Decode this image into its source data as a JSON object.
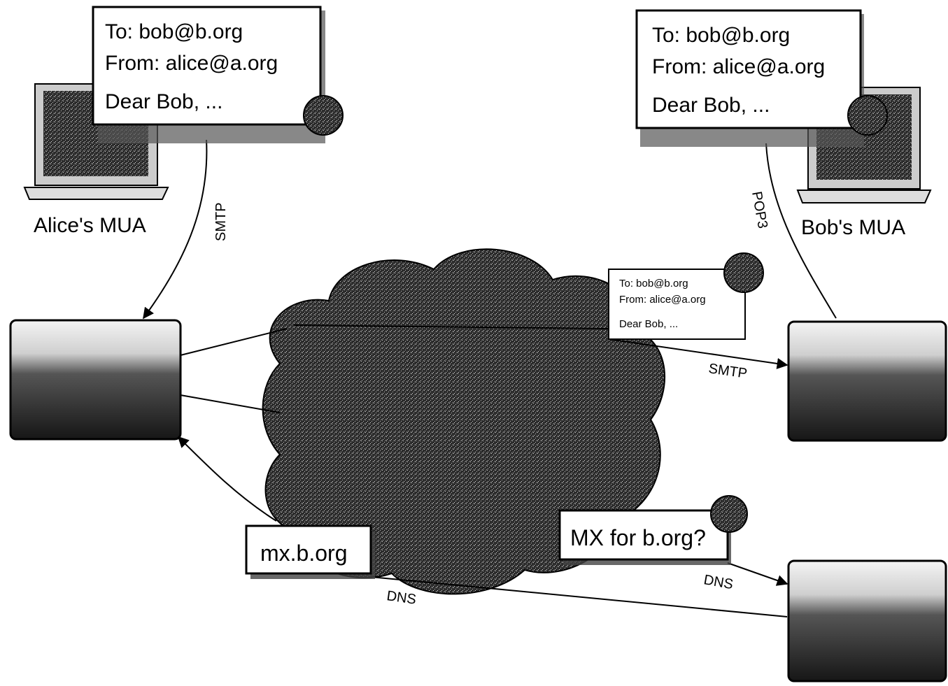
{
  "alice_letter": {
    "to": "To: bob@b.org",
    "from": "From: alice@a.org",
    "body": "Dear Bob, ..."
  },
  "bob_letter": {
    "to": "To: bob@b.org",
    "from": "From: alice@a.org",
    "body": "Dear Bob, ..."
  },
  "transit_letter": {
    "to": "To: bob@b.org",
    "from": "From: alice@a.org",
    "body": "Dear Bob, ..."
  },
  "labels": {
    "alice_mua": "Alice's MUA",
    "bob_mua": "Bob's MUA",
    "smtp_alice": "SMTP",
    "pop3_bob": "POP3",
    "smtp_transit": "SMTP",
    "dns_query_protocol": "DNS",
    "dns_answer_protocol": "DNS",
    "mx_question": "MX for b.org?",
    "mx_answer": "mx.b.org"
  },
  "colors": {
    "ink": "#000000",
    "paper": "#ffffff",
    "dark": "#2a2a2a",
    "cloud": "#3a3a3a"
  },
  "icons": {
    "stamp": "stamp-icon",
    "laptop": "laptop-icon",
    "server": "server-icon",
    "cloud": "internet-cloud-icon"
  }
}
